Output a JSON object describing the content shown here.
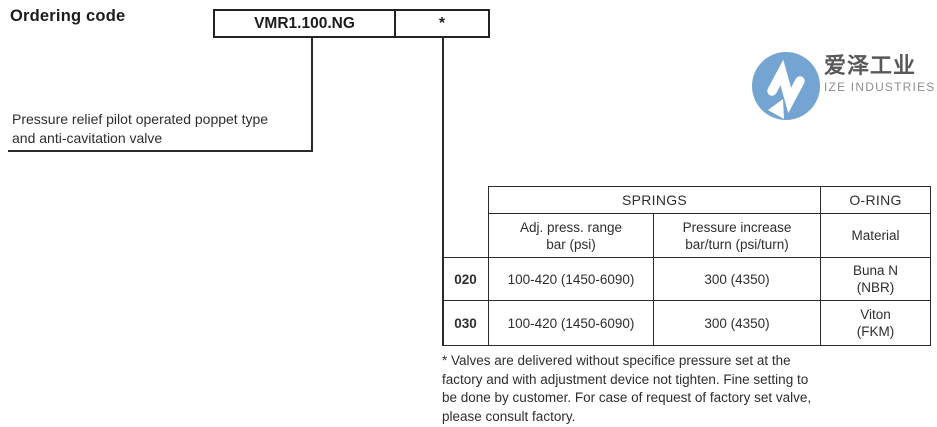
{
  "page": {
    "title": "Ordering code"
  },
  "ordering": {
    "code": "VMR1.100.NG",
    "variant": "*",
    "description_line1": "Pressure relief pilot operated poppet type",
    "description_line2": "and anti-cavitation valve"
  },
  "logo": {
    "name_cn": "爱泽工业",
    "name_en": "IZE INDUSTRIES",
    "circle_color": "#74a4d2",
    "text_color": "#595757",
    "subtext_color": "#8e8e8e"
  },
  "table": {
    "group_headers": {
      "springs": "SPRINGS",
      "oring": "O-RING"
    },
    "col_headers": {
      "adj_line1": "Adj. press. range",
      "adj_line2": "bar (psi)",
      "inc_line1": "Pressure increase",
      "inc_line2": "bar/turn (psi/turn)",
      "material": "Material"
    },
    "rows": [
      {
        "code": "020",
        "adj": "100-420 (1450-6090)",
        "inc": "300 (4350)",
        "mat_line1": "Buna N",
        "mat_line2": "(NBR)"
      },
      {
        "code": "030",
        "adj": "100-420 (1450-6090)",
        "inc": "300 (4350)",
        "mat_line1": "Viton",
        "mat_line2": "(FKM)"
      }
    ]
  },
  "footnote": {
    "line1": "* Valves are delivered without specifice pressure set at the",
    "line2": "factory and with adjustment device not tighten. Fine setting to",
    "line3": "be done by customer. For case of request of factory set valve,",
    "line4": "please consult factory."
  }
}
